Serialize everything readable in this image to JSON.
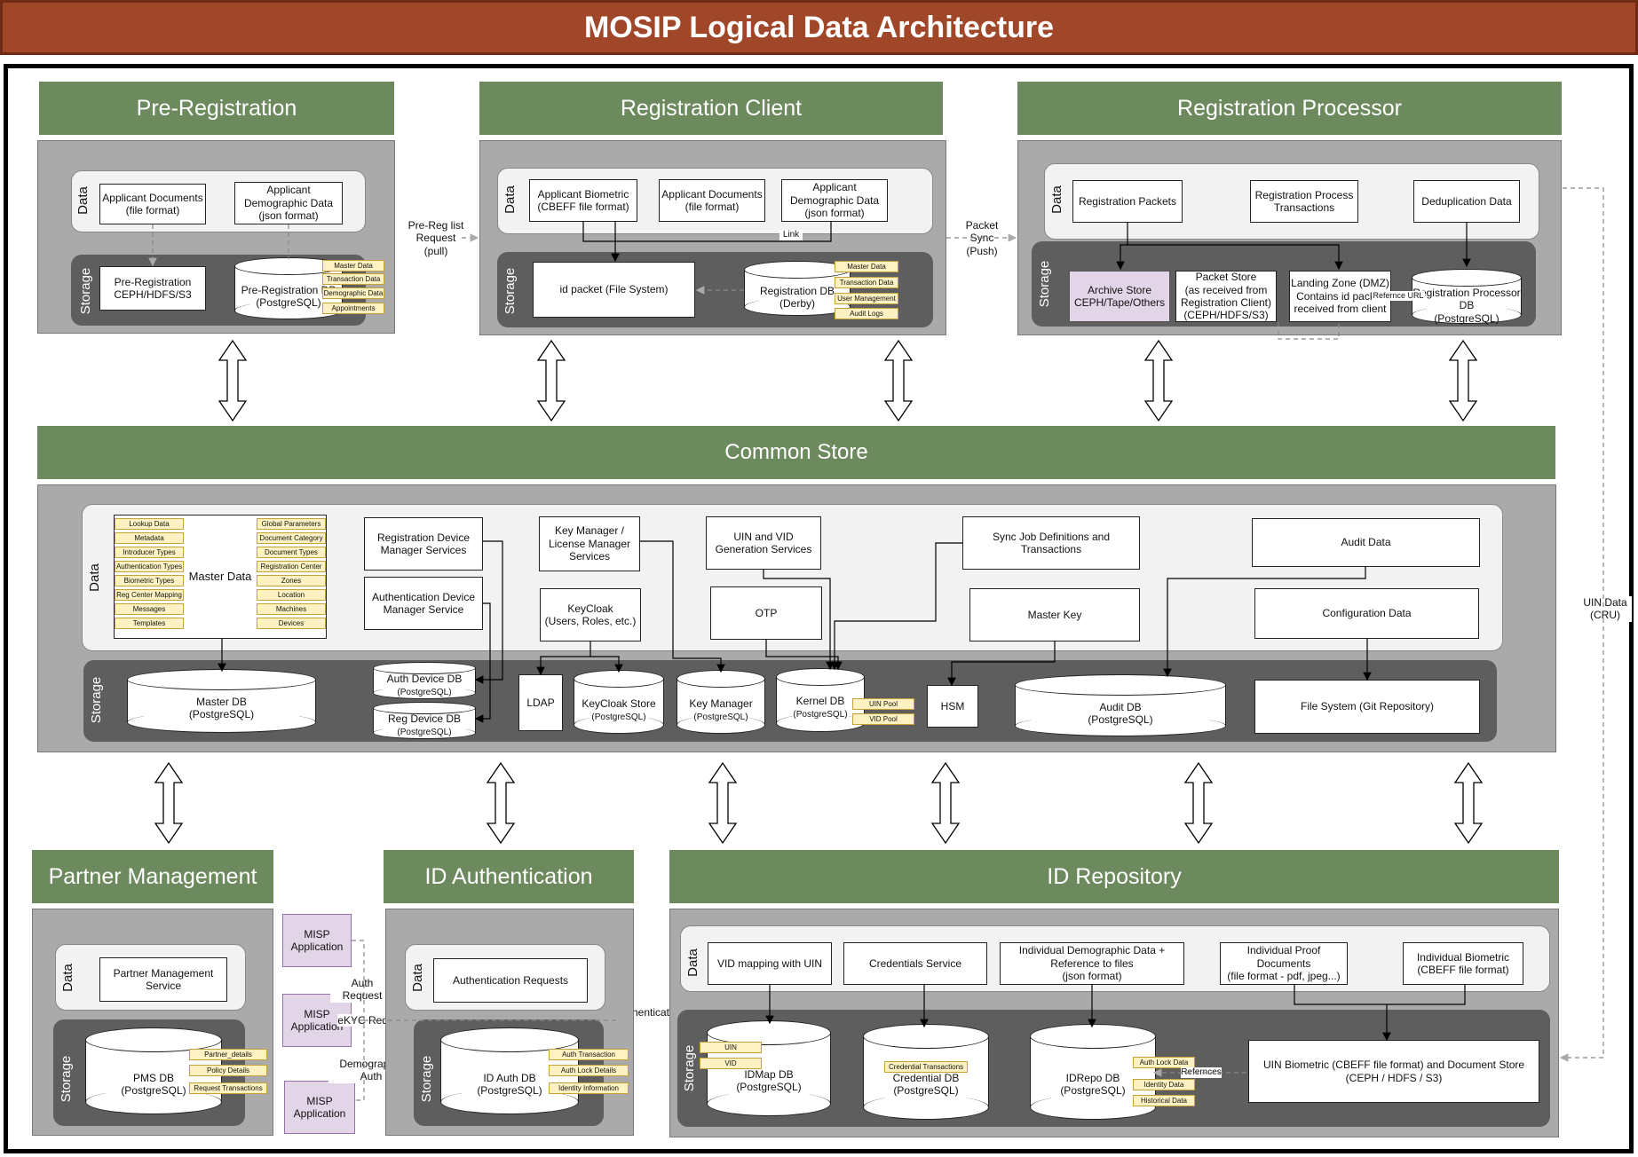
{
  "title": "MOSIP Logical Data Architecture",
  "labels": {
    "data": "Data",
    "storage": "Storage"
  },
  "pre_reg": {
    "header": "Pre-Registration",
    "data1": "Applicant Documents\n(file format)",
    "data2": "Applicant\nDemographic Data\n(json format)",
    "store1": "Pre-Registration\nCEPH/HDFS/S3",
    "db": "Pre-Registration DB\n(PostgreSQL)",
    "tags": [
      "Master Data",
      "Transaction Data",
      "Demographic Data",
      "Appointments"
    ]
  },
  "reg_client": {
    "header": "Registration Client",
    "data1": "Applicant Biometric\n(CBEFF file format)",
    "data2": "Applicant Documents\n(file format)",
    "data3": "Applicant\nDemographic Data\n(json format)",
    "link": "Link",
    "store1": "id packet (File System)",
    "db": "Registration DB\n(Derby)",
    "tags": [
      "Master Data",
      "Transaction Data",
      "User Management",
      "Audit Logs"
    ]
  },
  "reg_proc": {
    "header": "Registration Processor",
    "data1": "Registration Packets",
    "data2": "Registration Process\nTransactions",
    "data3": "Deduplication Data",
    "archive": "Archive Store\nCEPH/Tape/Others",
    "packet_store": "Packet Store\n(as received from\nRegistration Client)\n(CEPH/HDFS/S3)",
    "landing": "Landing Zone (DMZ)\nContains id packet\nreceived from client",
    "ref": "Refernce URL",
    "db": "Registration Processor\nDB\n(PostgreSQL)"
  },
  "flows": {
    "prereg": "Pre-Reg list\nRequest\n(pull)",
    "sync": "Packet\nSync\n(Push)",
    "uin": "UIN Data\n(CRU)"
  },
  "common": {
    "header": "Common Store",
    "master_data": "Master Data",
    "md_left": [
      "Lookup Data",
      "Metadata",
      "Introducer Types",
      "Authentication Types",
      "Biometric Types",
      "Reg Center Mapping",
      "Messages",
      "Templates"
    ],
    "md_right": [
      "Global Parameters",
      "Document Category",
      "Document Types",
      "Registration Center",
      "Zones",
      "Location",
      "Machines",
      "Devices"
    ],
    "rdm": "Registration Device\nManager Services",
    "adm": "Authentication Device\nManager Service",
    "km": "Key Manager /\nLicense Manager\nServices",
    "keycloak": "KeyCloak\n(Users, Roles, etc.)",
    "uinvid": "UIN and VID\nGeneration Services",
    "otp": "OTP",
    "sync": "Sync Job Definitions and\nTransactions",
    "masterkey": "Master Key",
    "audit": "Audit Data",
    "config": "Configuration Data",
    "master_db": "Master DB",
    "pg": "(PostgreSQL)",
    "auth_dev_db": "Auth Device DB",
    "reg_dev_db": "Reg Device DB",
    "ldap": "LDAP",
    "keycloak_store": "KeyCloak Store",
    "key_manager": "Key Manager",
    "kernel_db": "Kernel DB",
    "kernel_tags": [
      "UIN Pool",
      "VID Pool"
    ],
    "hsm": "HSM",
    "audit_db": "Audit DB",
    "fs": "File System (Git Repository)"
  },
  "partner": {
    "header": "Partner Management",
    "data": "Partner Management\nService",
    "db": "PMS DB\n(PostgreSQL)",
    "tags": [
      "Partner_details",
      "Policy Details",
      "Request Transactions"
    ]
  },
  "misp": {
    "app": "MISP\nApplication",
    "auth_req": "Auth Request",
    "ekyc": "eKYC Request",
    "demo": "Demographic Auth",
    "authn": "Authentication"
  },
  "ida": {
    "header": "ID Authentication",
    "data": "Authentication Requests",
    "db": "ID Auth DB\n(PostgreSQL)",
    "tags": [
      "Auth Transaction",
      "Auth Lock Details",
      "Identity Information"
    ]
  },
  "idrepo": {
    "header": "ID Repository",
    "d1": "VID mapping with UIN",
    "d2": "Credentials Service",
    "d3": "Individual Demographic Data +\nReference to files\n(json format)",
    "d4": "Individual Proof Documents\n(file format - pdf, jpeg...)",
    "d5": "Individual Biometric\n(CBEFF file format)",
    "idmap": "IDMap DB\n(PostgreSQL)",
    "idmap_tags": [
      "UIN",
      "VID"
    ],
    "cred": "Credential DB\n(PostgreSQL)",
    "cred_tag": "Credential Transactions",
    "repo": "IDRepo DB\n(PostgreSQL)",
    "repo_tags": [
      "Auth Lock Data",
      "Identity Data",
      "Historical Data"
    ],
    "refs": "Refernces",
    "bio": "UIN Biometric (CBEFF file format) and Document Store\n(CEPH / HDFS / S3)"
  }
}
